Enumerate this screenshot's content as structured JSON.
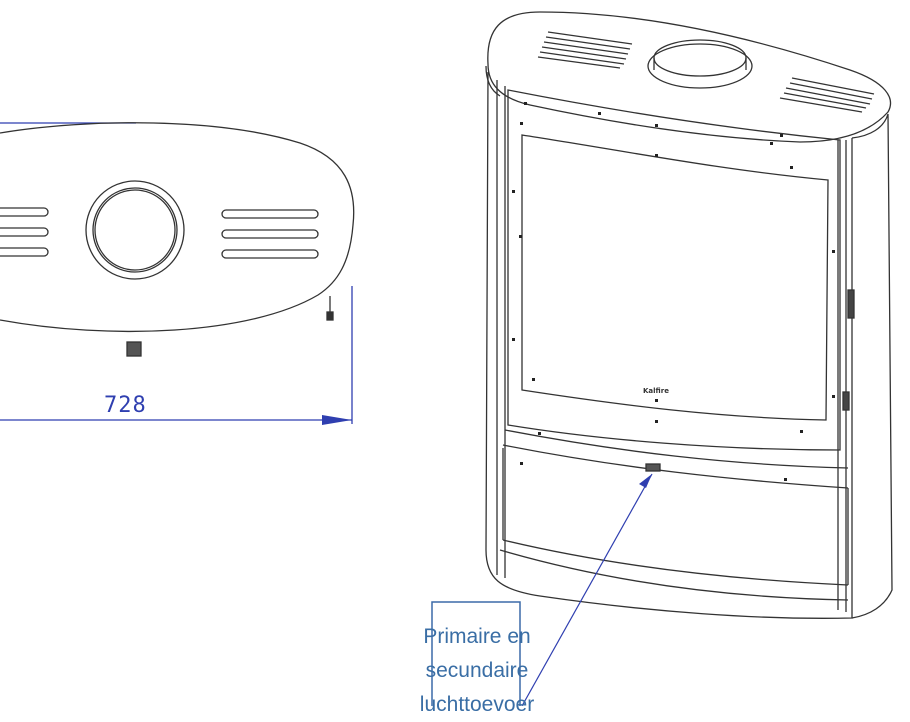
{
  "dimension": {
    "value": "728"
  },
  "callout": {
    "line1": "Primaire en secundaire",
    "line2": "luchttoevoer"
  },
  "stove_logo": "Kalfire",
  "colors": {
    "dimension": "#2f3fb0",
    "callout_text": "#3a6ea5",
    "callout_border": "#3b6aa8",
    "drawing_line": "#333333"
  }
}
